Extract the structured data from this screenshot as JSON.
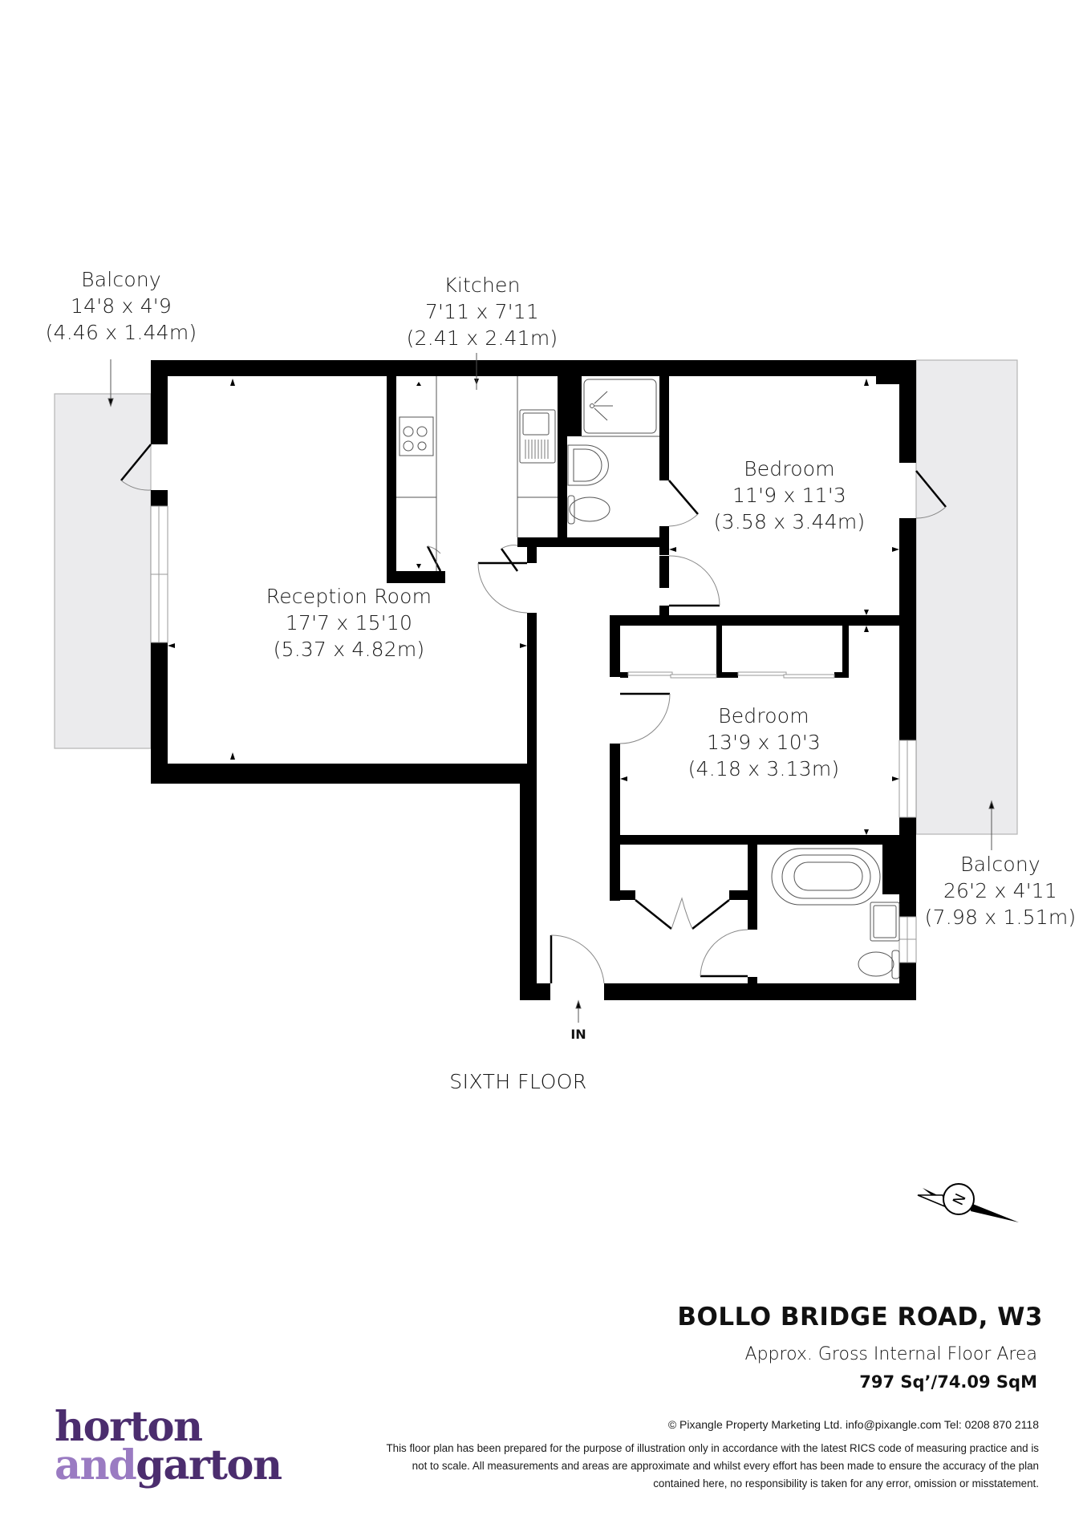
{
  "rooms": [
    {
      "name": "Balcony",
      "imperial": "14'8 x 4'9",
      "metric": "(4.46 x 1.44m)"
    },
    {
      "name": "Kitchen",
      "imperial": "7'11 x 7'11",
      "metric": "(2.41 x 2.41m)"
    },
    {
      "name": "Bedroom",
      "imperial": "11'9 x 11'3",
      "metric": "(3.58 x 3.44m)"
    },
    {
      "name": "Reception Room",
      "imperial": "17'7 x 15'10",
      "metric": "(5.37 x 4.82m)"
    },
    {
      "name": "Bedroom",
      "imperial": "13'9 x 10'3",
      "metric": "(4.18 x 3.13m)"
    },
    {
      "name": "Balcony",
      "imperial": "26'2 x 4'11",
      "metric": "(7.98 x 1.51m)"
    }
  ],
  "plan": {
    "entrance_label": "IN",
    "floor_label": "SIXTH FLOOR",
    "compass_letter": "N",
    "wall_color": "#000000",
    "balcony_fill": "#ebebed"
  },
  "property": {
    "address": "BOLLO BRIDGE ROAD, W3",
    "area_caption": "Approx. Gross Internal Floor Area",
    "area_value": "797 Sq’/74.09 SqM"
  },
  "footer": {
    "copyright": "© Pixangle Property Marketing Ltd. info@pixangle.com Tel: 0208 870 2118",
    "disclaimer_lines": [
      "This floor plan has been prepared for the purpose of illustration only in accordance with the latest RICS code of measuring practice and is",
      "not to scale. All measurements and areas are approximate and whilst every effort has been made to ensure the accuracy of the plan",
      "contained here, no responsibility is taken for any error, omission or misstatement."
    ]
  },
  "brand": {
    "line1": "horton",
    "line2_light": "and",
    "line2_dark": "garton",
    "dark_color": "#4b2d6e",
    "light_color": "#9a7bc2"
  }
}
